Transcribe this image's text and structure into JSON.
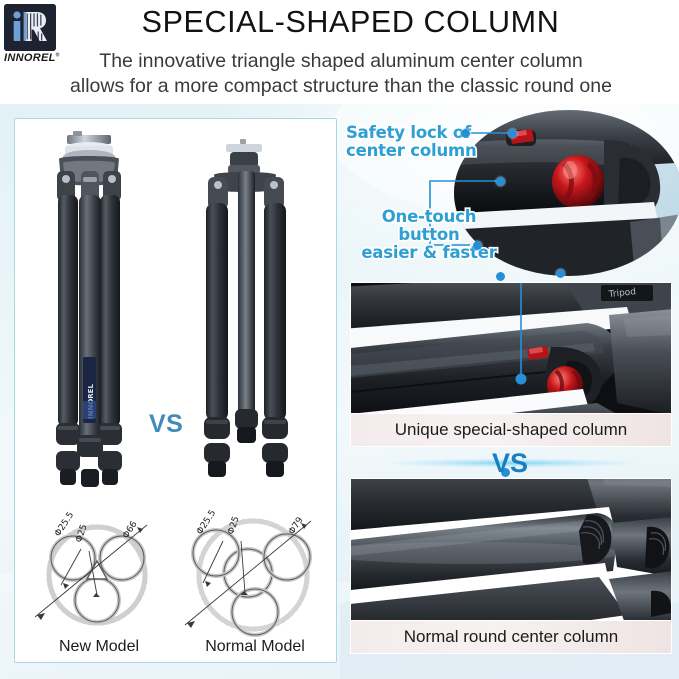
{
  "brand": {
    "logo_icon": "innorel-ir-monogram-logo",
    "wordmark": "INNOREL",
    "trademark": "®",
    "logo_bg": "#1d2330",
    "logo_accent": "#5b8ec9"
  },
  "header": {
    "title": "SPECIAL-SHAPED  COLUMN",
    "subtitle_line1": "The innovative triangle shaped aluminum center column",
    "subtitle_line2": "allows for a more compact structure than the classic round one"
  },
  "colors": {
    "callout_blue": "#2e9fd4",
    "vs_blue": "#3f8cba",
    "vs_blue_right": "#1a7fc1",
    "dot_blue": "#2490d8",
    "panel_border": "#a9d9e5",
    "caption_bg": "#f4ecec",
    "accent_red": "#c32026"
  },
  "left_panel": {
    "vs_label": "VS",
    "tripod_new": {
      "name": "innorel-special-shaped-column-tripod",
      "leg_label": "INNOREL"
    },
    "tripod_normal": {
      "name": "normal-round-column-tripod"
    },
    "diagrams": [
      {
        "id": "new-model",
        "caption": "New Model",
        "outer_diameter": "Φ66",
        "leg_diameter": "Φ25.5",
        "column_diameter": "Φ25",
        "labels": [
          "Φ25.5",
          "Φ25",
          "Φ66"
        ]
      },
      {
        "id": "normal-model",
        "caption": "Normal Model",
        "outer_diameter": "Φ79",
        "leg_diameter": "Φ25.5",
        "column_diameter": "Φ25",
        "labels": [
          "Φ25.5",
          "Φ25",
          "Φ79"
        ]
      }
    ]
  },
  "right_panel": {
    "callouts": [
      {
        "id": "safety-lock",
        "line1": "Safety lock of",
        "line2": "center column"
      },
      {
        "id": "one-touch-button",
        "line1": "One-touch",
        "line2": "button",
        "line3": "easier & faster"
      }
    ],
    "inset_photo": {
      "name": "safety-lock-closeup-circle-photo",
      "alt": "close-up of red safety lock and one-touch button on black center column"
    },
    "panels": [
      {
        "id": "unique-column",
        "caption": "Unique special-shaped column",
        "photo_name": "special-shaped-column-photo"
      },
      {
        "id": "normal-column",
        "caption": "Normal round center column",
        "photo_name": "normal-round-column-photo"
      }
    ],
    "vs_label": "VS"
  }
}
